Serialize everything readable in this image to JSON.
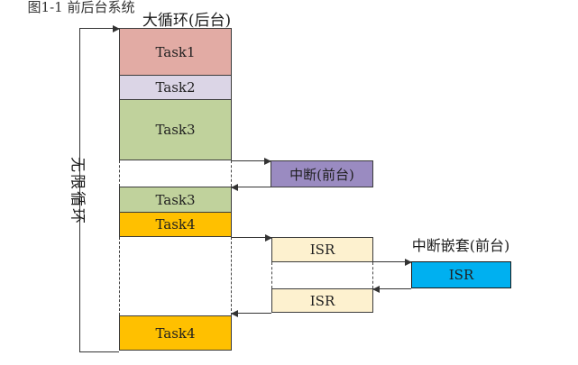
{
  "diagram": {
    "title": "大循环(后台)",
    "infinite_loop_label": "无限循环",
    "nested_interrupt_label": "中断嵌套(前台)",
    "caption": "图1-1 前后台系统",
    "blocks": [
      {
        "id": "task1",
        "label": "Task1",
        "color": "#e2aba4"
      },
      {
        "id": "task2",
        "label": "Task2",
        "color": "#dbd5e6"
      },
      {
        "id": "task3",
        "label": "Task3",
        "color": "#c0d29c"
      },
      {
        "id": "task3-resume",
        "label": "Task3",
        "color": "#c0d29c"
      },
      {
        "id": "task4",
        "label": "Task4",
        "color": "#ffc000"
      },
      {
        "id": "task4-resume",
        "label": "Task4",
        "color": "#ffc000"
      }
    ],
    "interrupt_box": {
      "label": "中断(前台)",
      "color": "#9a8bc1"
    },
    "isr_boxes": [
      {
        "label": "ISR",
        "color": "#fdf1cf"
      },
      {
        "label": "ISR",
        "color": "#fdf1cf"
      }
    ],
    "nested_isr_box": {
      "label": "ISR",
      "color": "#00b0f0"
    },
    "line_color": "#333333"
  }
}
